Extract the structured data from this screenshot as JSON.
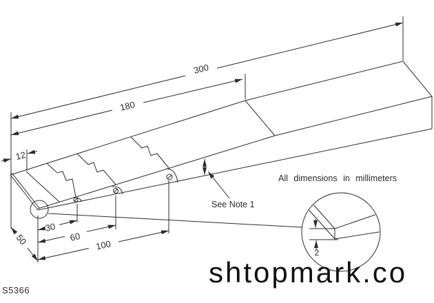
{
  "drawing": {
    "type": "isometric technical drawing of stepped wedge / shim set",
    "dimensions": {
      "total_length": "300",
      "leaf_section_length": "180",
      "tip_section": "12",
      "division_1": "30",
      "division_2": "60",
      "division_3": "100",
      "depth": "50",
      "tip_thickness": "2"
    },
    "notes": {
      "units_note": "All dimensions in millimeters",
      "see_note": "See Note 1",
      "part_number": "S5366"
    },
    "watermark": "shtopmark.co",
    "colors": {
      "line": "#2b2b2b",
      "background": "#ffffff",
      "watermark": "#111111"
    }
  }
}
